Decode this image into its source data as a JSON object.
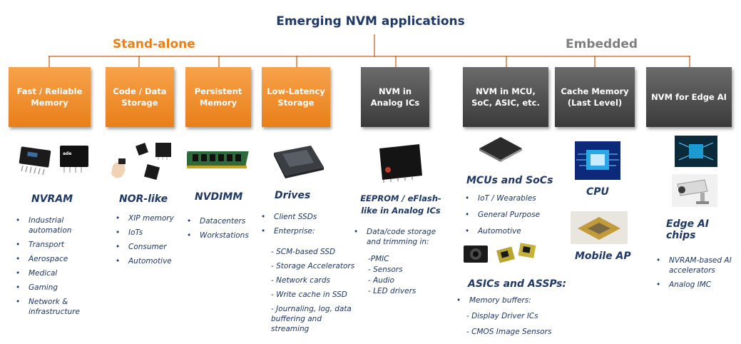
{
  "title": "Emerging NVM applications",
  "groups": {
    "standalone": {
      "label": "Stand-alone",
      "color": "#e97f19"
    },
    "embedded": {
      "label": "Embedded",
      "color": "#7f7f7f"
    }
  },
  "boxes": [
    {
      "label": "Fast / Reliable\nMemory"
    },
    {
      "label": "Code / Data\nStorage"
    },
    {
      "label": "Persistent\nMemory"
    },
    {
      "label": "Low-Latency\nStorage"
    },
    {
      "label": "NVM in\nAnalog ICs"
    },
    {
      "label": "NVM in MCU,\nSoC, ASIC, etc."
    },
    {
      "label": "Cache Memory\n(Last Level)"
    },
    {
      "label": "NVM for Edge AI"
    }
  ],
  "columns": {
    "nvram": {
      "heading": "NVRAM",
      "chip_text": "ade",
      "items": [
        "Industrial automation",
        "Transport",
        "Aerospace",
        "Medical",
        "Gaming",
        "Network & infrastructure"
      ]
    },
    "nor": {
      "heading": "NOR-like",
      "items": [
        "XIP memory",
        "IoTs",
        "Consumer",
        "Automotive"
      ]
    },
    "nvdimm": {
      "heading": "NVDIMM",
      "items": [
        "Datacenters",
        "Workstations"
      ]
    },
    "drives": {
      "heading": "Drives",
      "items": [
        "Client SSDs",
        "Enterprise:"
      ],
      "subitems": [
        "- SCM-based SSD",
        "- Storage Accelerators",
        "- Network cards",
        "- Write cache in SSD",
        "- Journaling, log, data buffering and streaming"
      ]
    },
    "analog": {
      "heading": "EEPROM / eFlash-like in Analog ICs",
      "items": [
        "Data/code storage and trimming in:"
      ],
      "subitems": [
        "-PMIC",
        "- Sensors",
        "- Audio",
        "- LED drivers"
      ]
    },
    "mcu": {
      "heading": "MCUs and SoCs",
      "items": [
        "IoT / Wearables",
        "General Purpose",
        "Automotive"
      ],
      "heading2": "ASICs and ASSPs:",
      "items2": [
        "Memory buffers:"
      ],
      "subitems2": [
        "- Display Driver ICs",
        "- CMOS Image Sensors"
      ]
    },
    "cache": {
      "heading": "CPU",
      "heading2": "Mobile AP"
    },
    "edge": {
      "heading": "Edge AI chips",
      "items": [
        "NVRAM-based AI accelerators",
        "Analog IMC"
      ]
    }
  }
}
